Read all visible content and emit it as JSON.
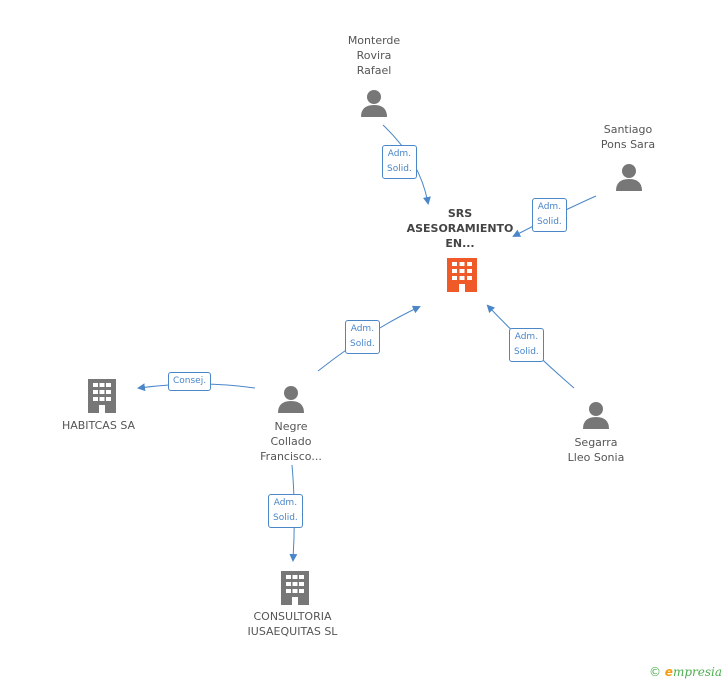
{
  "nodes": {
    "center": {
      "label": "SRS\nASESORAMIENTO\nEN...",
      "type": "company",
      "color": "#f05a28"
    },
    "monterde": {
      "label": "Monterde\nRovira\nRafael",
      "type": "person"
    },
    "santiago": {
      "label": "Santiago\nPons Sara",
      "type": "person"
    },
    "negre": {
      "label": "Negre\nCollado\nFrancisco...",
      "type": "person"
    },
    "segarra": {
      "label": "Segarra\nLleo Sonia",
      "type": "person"
    },
    "habitcas": {
      "label": "HABITCAS SA",
      "type": "company"
    },
    "consultoria": {
      "label": "CONSULTORIA\nIUSAEQUITAS SL",
      "type": "company"
    }
  },
  "edges": {
    "e1": {
      "label": "Adm.\nSolid."
    },
    "e2": {
      "label": "Adm.\nSolid."
    },
    "e3": {
      "label": "Adm.\nSolid."
    },
    "e4": {
      "label": "Adm.\nSolid."
    },
    "e5": {
      "label": "Consej."
    },
    "e6": {
      "label": "Adm.\nSolid."
    }
  },
  "colors": {
    "edge": "#4a86c8",
    "person": "#777777",
    "company": "#777777",
    "center": "#f05a28"
  },
  "branding": {
    "copyright": "©",
    "e": "e",
    "rest": "mpresia"
  }
}
